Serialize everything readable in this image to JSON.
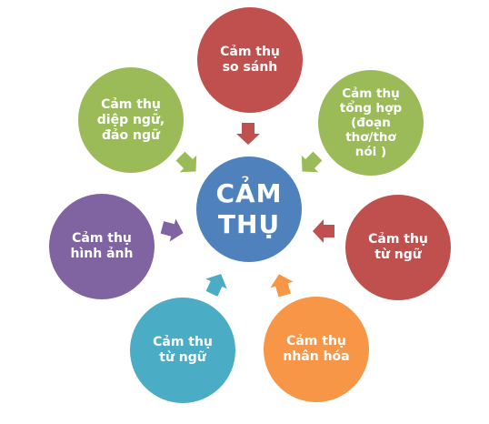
{
  "center": {
    "label": "CẢM\nTHỤ",
    "color": "#4F81BD"
  },
  "nodes": [
    {
      "label": "Cảm thụ\nso sánh",
      "color": "#C0504D"
    },
    {
      "label": "Cảm thụ\ntổng hợp\n(đoạn\nthơ/thơ\nnói )",
      "color": "#9BBB59"
    },
    {
      "label": "Cảm thụ\ntừ ngữ",
      "color": "#C0504D"
    },
    {
      "label": "Cảm thụ\nnhân hóa",
      "color": "#F79646"
    },
    {
      "label": "Cảm thụ\ntừ ngữ",
      "color": "#4BACC6"
    },
    {
      "label": "Cảm thụ\nhình ảnh",
      "color": "#8064A2"
    },
    {
      "label": "Cảm thụ\ndiệp ngữ,\nđảo ngữ",
      "color": "#9BBB59"
    }
  ]
}
